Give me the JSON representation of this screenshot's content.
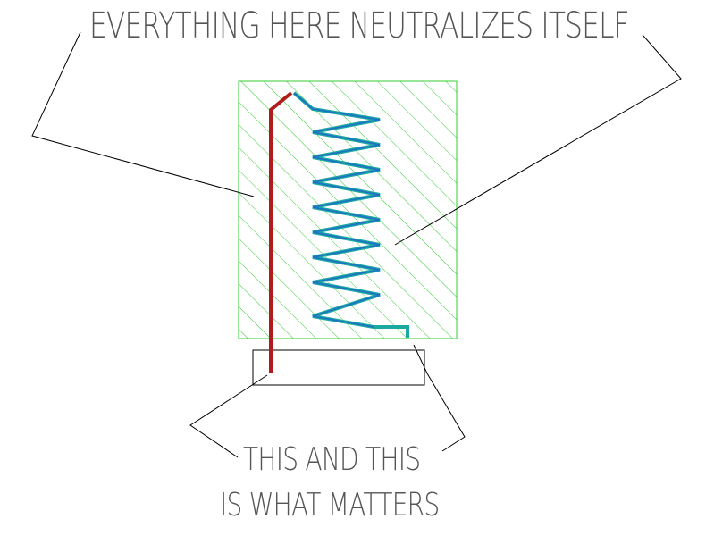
{
  "captions": {
    "top": "EVERYTHING HERE NEUTRALIZES ITSELF",
    "bottom_line1": "THIS AND THIS",
    "bottom_line2": "IS WHAT MATTERS"
  },
  "colors": {
    "background": "#ffffff",
    "hatch_region": "#33cc33",
    "red_conductor": "#b01c1c",
    "coil_outer": "#1aa8a0",
    "coil_inner": "#1f6fc8",
    "lines": "#000000",
    "text": "#555555"
  }
}
